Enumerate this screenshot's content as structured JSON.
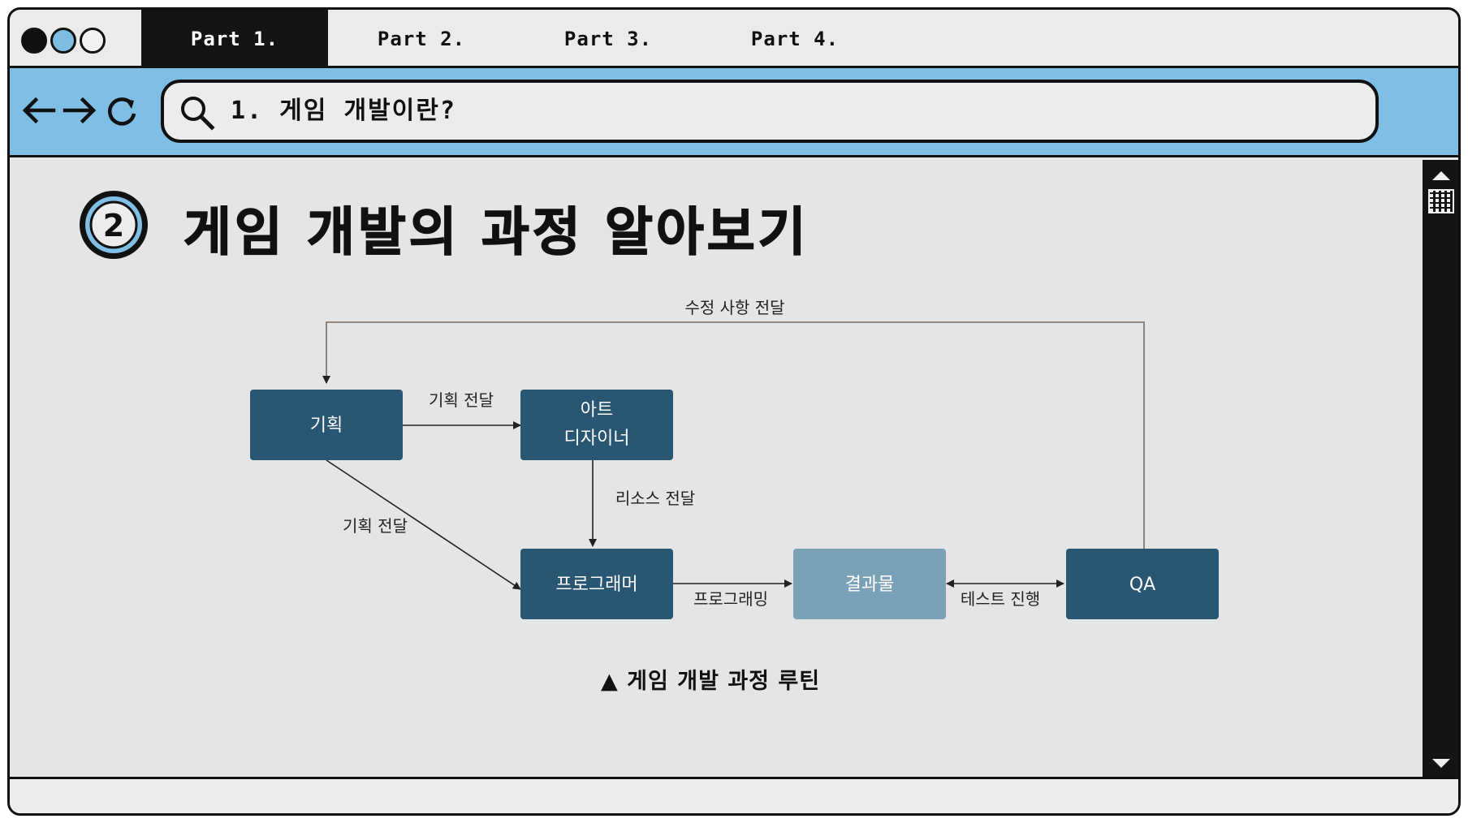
{
  "window": {
    "controls": [
      "black-dot",
      "blue-dot",
      "white-dot"
    ]
  },
  "tabs": [
    {
      "label": "Part 1.",
      "active": true
    },
    {
      "label": "Part 2.",
      "active": false
    },
    {
      "label": "Part 3.",
      "active": false
    },
    {
      "label": "Part 4.",
      "active": false
    }
  ],
  "toolbar": {
    "icons": [
      "back-arrow-icon",
      "forward-arrow-icon",
      "reload-icon"
    ],
    "search_icon": "search-icon",
    "search_text": "1. 게임 개발이란?"
  },
  "page": {
    "badge_number": "2",
    "title": "게임 개발의 과정 알아보기",
    "caption": "▲ 게임 개발 과정 루틴"
  },
  "diagram": {
    "nodes": {
      "planning": "기획",
      "art_line1": "아트",
      "art_line2": "디자이너",
      "programmer": "프로그래머",
      "result": "결과물",
      "qa": "QA"
    },
    "edges": {
      "feedback": "수정 사항 전달",
      "plan_to_art": "기획 전달",
      "art_to_prog": "리소스 전달",
      "plan_to_prog": "기획 전달",
      "prog_to_result": "프로그래밍",
      "result_qa": "테스트 진행"
    }
  },
  "colors": {
    "accent_blue": "#7fbfe6",
    "node_dark": "#285673",
    "node_light": "#7aa1b8",
    "frame": "#111111"
  }
}
